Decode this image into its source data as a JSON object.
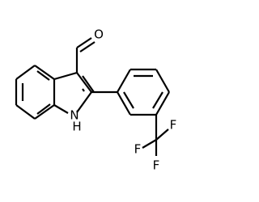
{
  "structure": {
    "atoms": {
      "oxygen": "O",
      "indole_nitrogen": "N",
      "indole_hydrogen": "H",
      "fluorine_1": "F",
      "fluorine_2": "F",
      "fluorine_3": "F"
    }
  }
}
